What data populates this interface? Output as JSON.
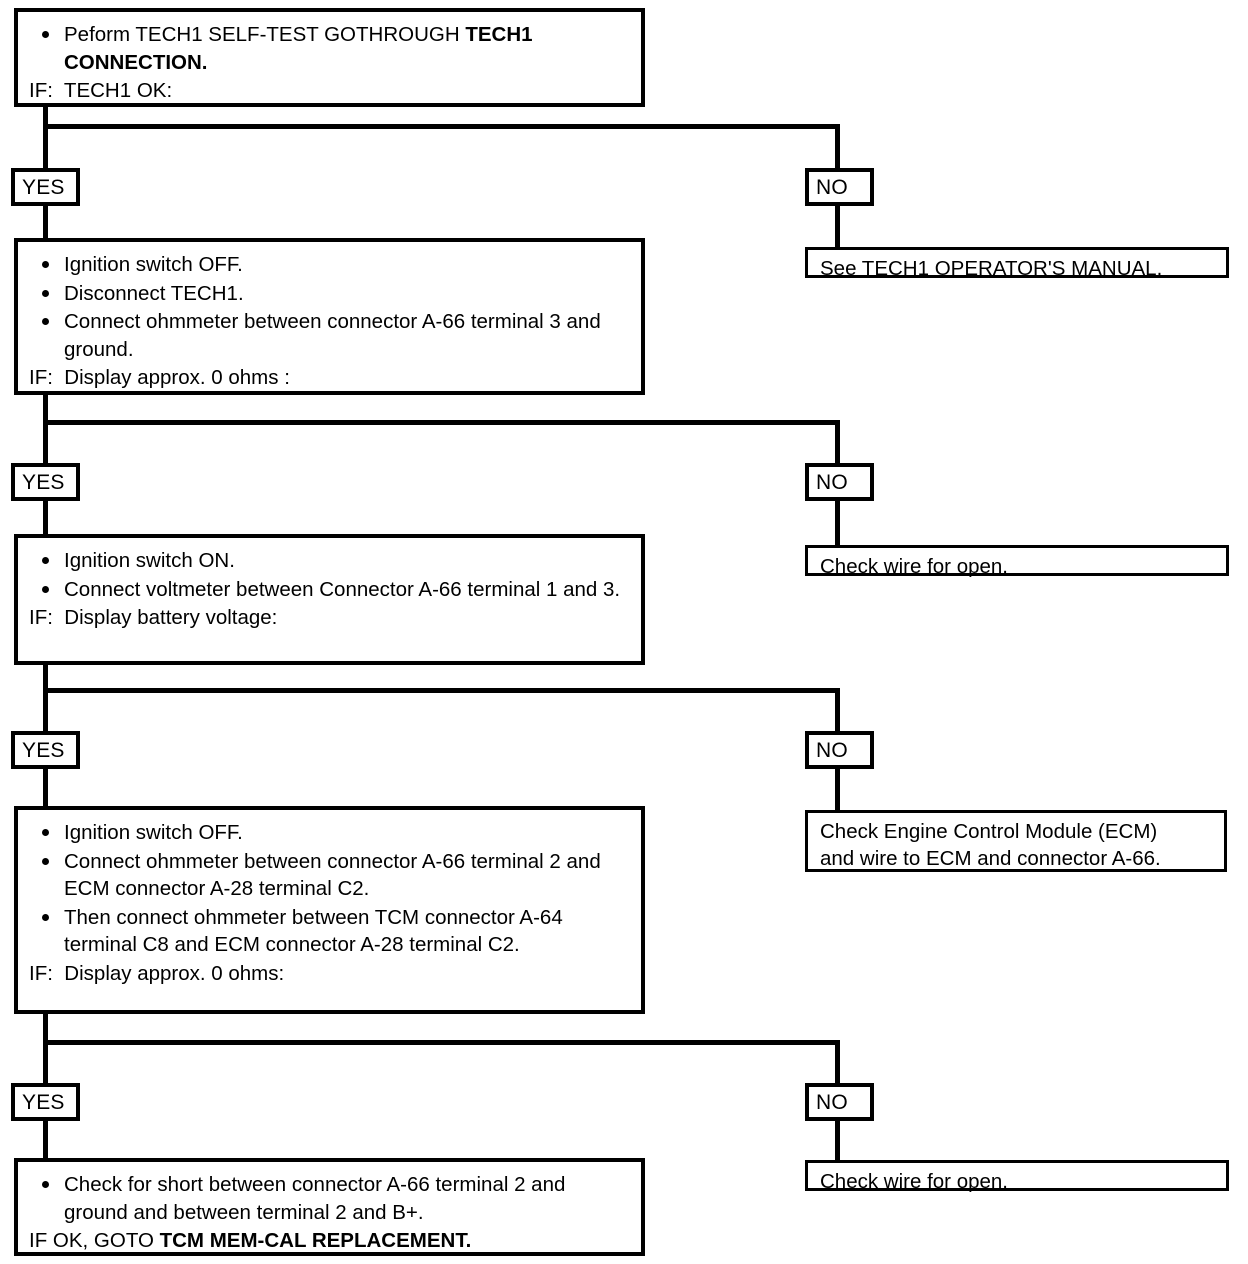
{
  "document": {
    "type": "diagnostic-flowchart",
    "title": "TECH1 Self-Test Diagnostic Flowchart"
  },
  "labels": {
    "yes": "YES",
    "no": "NO"
  },
  "steps": [
    {
      "id": "step-1",
      "bullets": [
        {
          "text_before": "Peform TECH1 SELF-TEST GOTHROUGH ",
          "bold": "TECH1 CONNECTION.",
          "text_after": ""
        }
      ],
      "condition": "IF:  TECH1 OK:",
      "yes_label": "YES",
      "no_label": "NO",
      "no_result": "See TECH1 OPERATOR'S MANUAL."
    },
    {
      "id": "step-2",
      "bullets": [
        {
          "text_before": "Ignition switch OFF.",
          "bold": "",
          "text_after": ""
        },
        {
          "text_before": "Disconnect TECH1.",
          "bold": "",
          "text_after": ""
        },
        {
          "text_before": "Connect ohmmeter between connector A-66 terminal 3 and ground.",
          "bold": "",
          "text_after": ""
        }
      ],
      "condition": "IF:  Display approx. 0 ohms :",
      "yes_label": "YES",
      "no_label": "NO",
      "no_result": "Check wire for open."
    },
    {
      "id": "step-3",
      "bullets": [
        {
          "text_before": "Ignition switch ON.",
          "bold": "",
          "text_after": ""
        },
        {
          "text_before": "Connect voltmeter between Connector A-66 terminal 1 and 3.",
          "bold": "",
          "text_after": ""
        }
      ],
      "condition": "IF:  Display battery voltage:",
      "yes_label": "YES",
      "no_label": "NO",
      "no_result": "Check Engine Control Module (ECM) and wire to ECM and connector A-66."
    },
    {
      "id": "step-4",
      "bullets": [
        {
          "text_before": "Ignition switch OFF.",
          "bold": "",
          "text_after": ""
        },
        {
          "text_before": "Connect ohmmeter between connector A-66 terminal 2 and ECM connector A-28 terminal C2.",
          "bold": "",
          "text_after": ""
        },
        {
          "text_before": "Then connect ohmmeter between TCM connector A-64 terminal C8 and ECM connector A-28 terminal C2.",
          "bold": "",
          "text_after": ""
        }
      ],
      "condition": "IF:  Display approx. 0 ohms:",
      "yes_label": "YES",
      "no_label": "NO",
      "no_result": "Check wire for open."
    },
    {
      "id": "step-5",
      "bullets": [
        {
          "text_before": "Check for short between connector A-66 terminal 2 and ground and between terminal 2 and B+.",
          "bold": "",
          "text_after": ""
        }
      ],
      "condition_prefix": "IF OK, GOTO ",
      "condition_bold": "TCM MEM-CAL REPLACEMENT.",
      "yes_label": "YES",
      "no_label": "NO"
    }
  ],
  "results": {
    "r1": "See TECH1 OPERATOR'S MANUAL.",
    "r2": "Check wire for open.",
    "r3_line1": "Check Engine Control Module (ECM)",
    "r3_line2": "and wire to ECM and connector A-66.",
    "r4": "Check wire for open."
  },
  "colors": {
    "line": "#000000",
    "background": "#ffffff",
    "text": "#000000"
  }
}
